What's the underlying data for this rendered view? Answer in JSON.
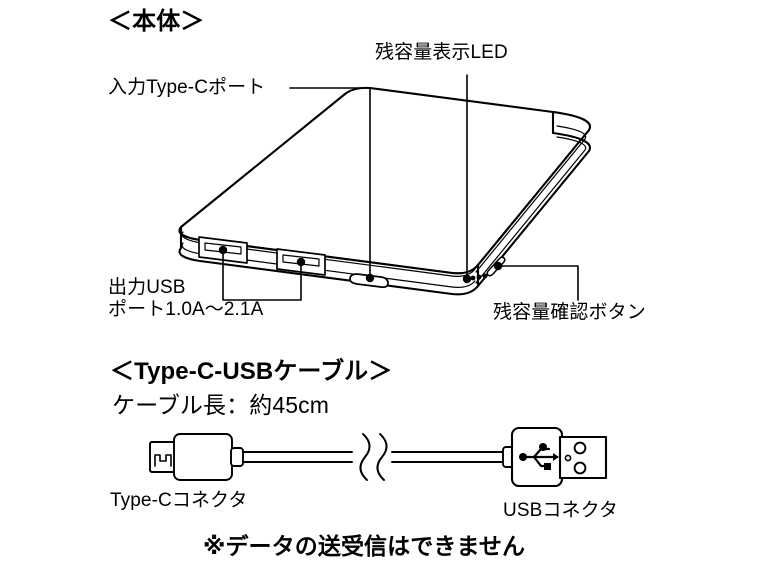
{
  "page": {
    "background_color": "#ffffff",
    "line_color": "#000000"
  },
  "body_section": {
    "title": "＜本体＞",
    "callouts": {
      "input_typec_port": "入力Type-Cポート",
      "led_indicator": "残容量表示LED",
      "output_usb_line1": "出力USB",
      "output_usb_line2": "ポート1.0A〜2.1A",
      "check_button": "残容量確認ボタン"
    },
    "device": {
      "led_dot_count": 4,
      "usb_port_count": 2,
      "typec_port_count": 1,
      "button_count": 1
    }
  },
  "cable_section": {
    "title": "＜Type-C-USBケーブル＞",
    "length_label": "ケーブル長：約45cm",
    "connectors": {
      "typec": "Type-Cコネクタ",
      "usb": "USBコネクタ"
    },
    "usb_logo_icon": "usb-trident-icon",
    "break_symbol": "cable-break-symbol"
  },
  "footer": {
    "note": "※データの送受信はできません"
  }
}
